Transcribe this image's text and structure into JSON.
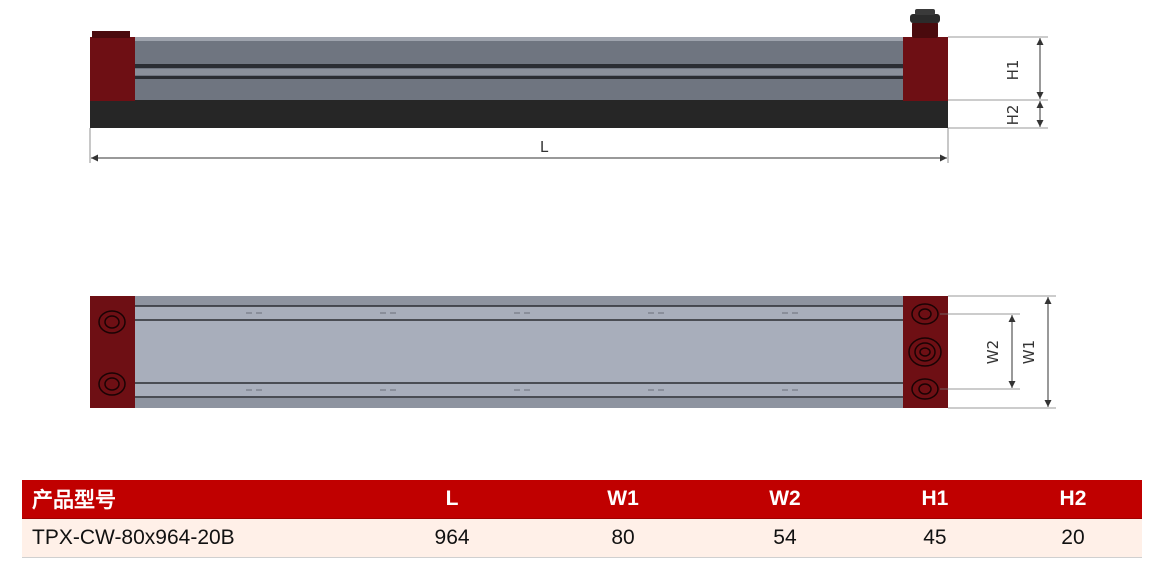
{
  "dimension_labels": {
    "length": "L",
    "height_1": "H1",
    "height_2": "H2",
    "width_1": "W1",
    "width_2": "W2"
  },
  "colors": {
    "end_cap": "#6e0f14",
    "profile_side": "#6f7580",
    "profile_top": "#a8aebb",
    "base": "#262626",
    "table_header": "#c00000",
    "table_row": "#fff0e8"
  },
  "table": {
    "headers": [
      "产品型号",
      "L",
      "W1",
      "W2",
      "H1",
      "H2"
    ],
    "rows": [
      [
        "TPX-CW-80x964-20B",
        "964",
        "80",
        "54",
        "45",
        "20"
      ]
    ]
  }
}
